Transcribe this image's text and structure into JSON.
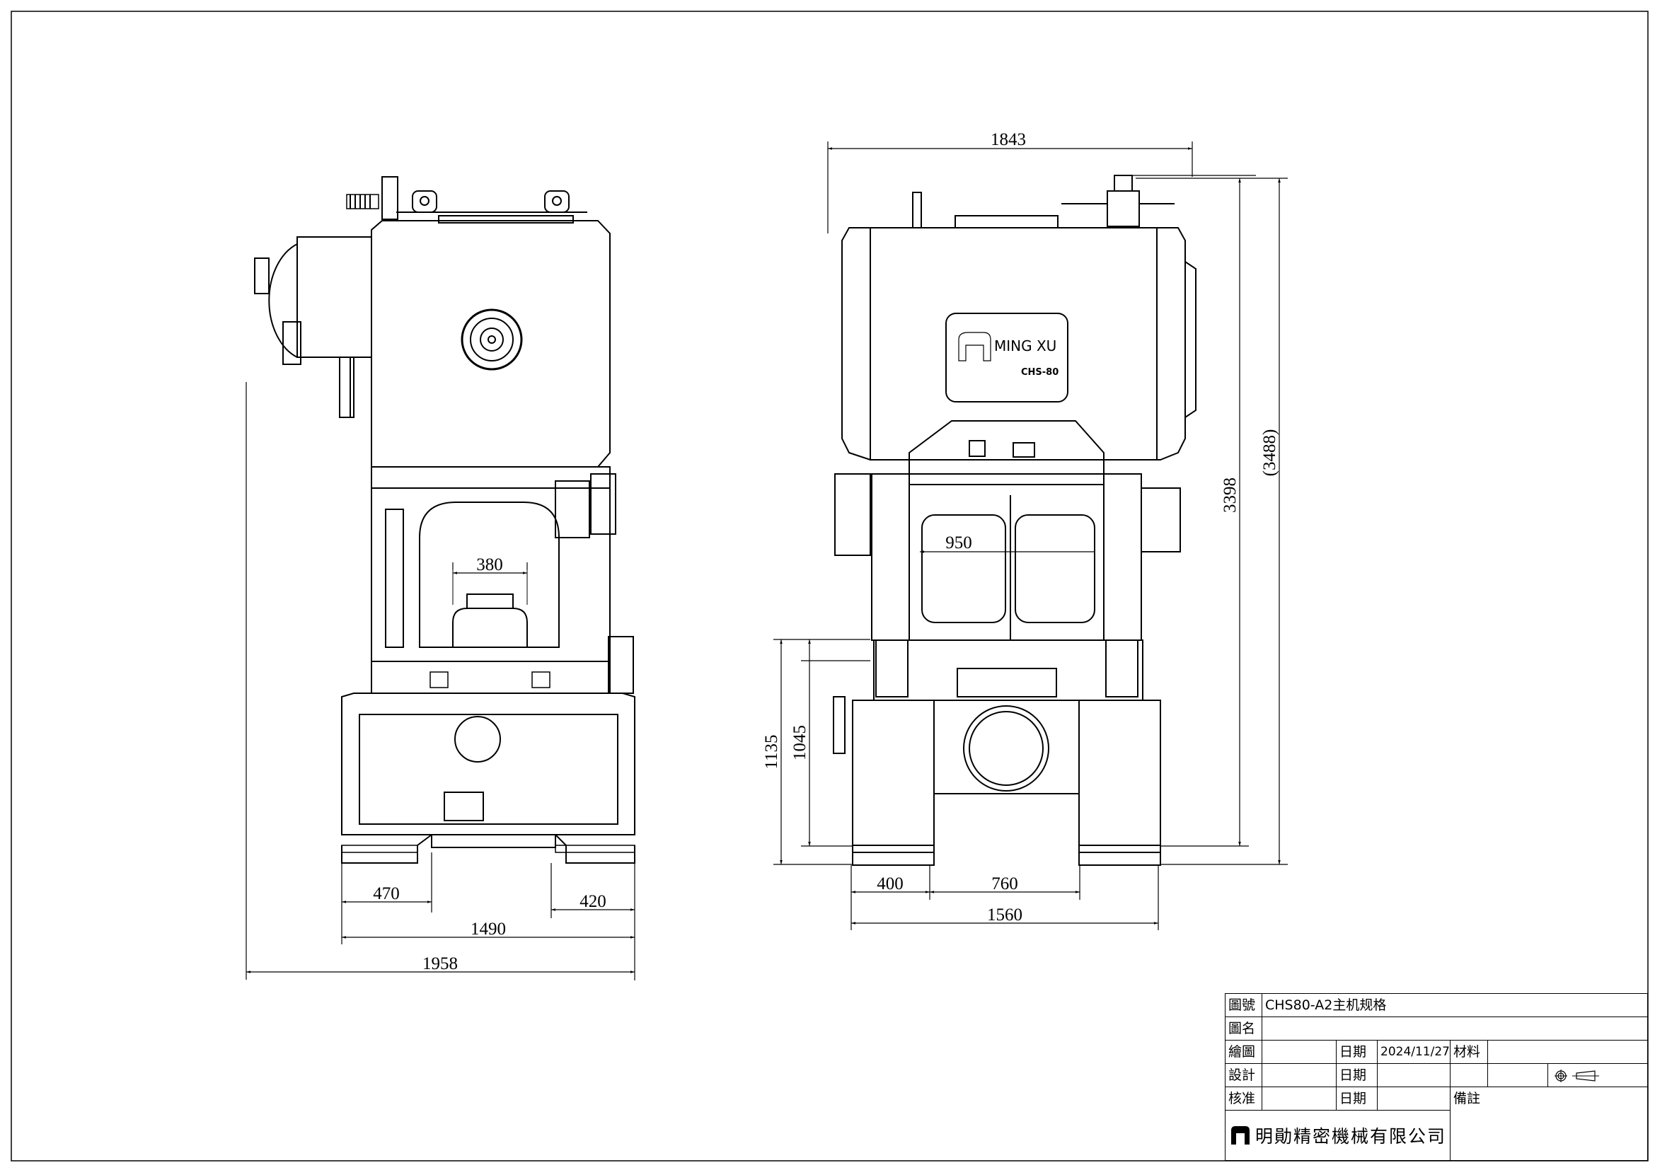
{
  "drawing": {
    "left_view": {
      "dimensions": {
        "die_opening_width": "380",
        "base_left": "470",
        "base_right": "420",
        "base_total": "1490",
        "overall_depth": "1958"
      }
    },
    "front_view": {
      "nameplate": {
        "brand": "MING XU",
        "model": "CHS-80"
      },
      "dimensions": {
        "overall_width": "1843",
        "die_area_width": "950",
        "foot_width": "400",
        "foot_gap": "760",
        "base_width": "1560",
        "overall_height": "3398",
        "overall_height_ref": "(3488)",
        "table_height_1": "1135",
        "table_height_2": "1045"
      }
    }
  },
  "title_block": {
    "drawing_no_label": "圖號",
    "drawing_no_value": "CHS80-A2主机规格",
    "drawing_name_label": "圖名",
    "drawing_name_value": "",
    "drawn_label": "繪圖",
    "design_label": "設計",
    "approve_label": "核准",
    "date_label": "日期",
    "drawn_date": "2024/11/27",
    "material_label": "材料",
    "remarks_label": "備註",
    "company_name": "明勛精密機械有限公司",
    "projection_symbol": "first-angle-projection-icon"
  }
}
